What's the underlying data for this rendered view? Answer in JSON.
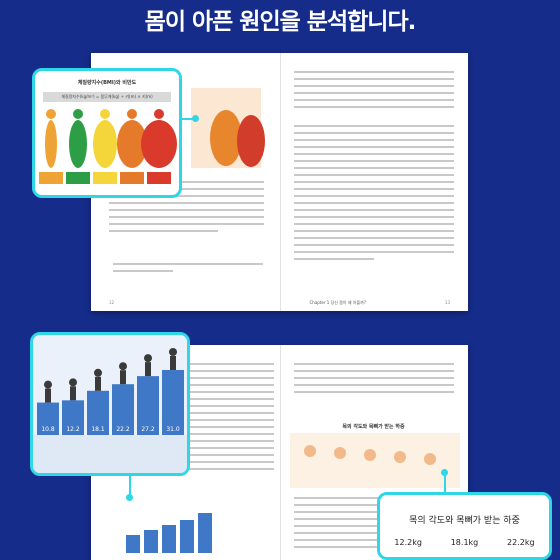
{
  "headline": "몸이 아픈 원인을 분석합니다.",
  "callout_bmi": {
    "title": "체질량지수(BMI)와 비만도",
    "formula": "체질량지수(kg/m²) = 몸무게(kg) ÷ 키(m) × 키(m)",
    "category_colors": [
      "#f0a335",
      "#2e9e46",
      "#f4d63b",
      "#e67a2b",
      "#d93a2b"
    ]
  },
  "callout_posture": {
    "values": [
      "10.8",
      "12.2",
      "18.1",
      "22.2",
      "27.2",
      "31.0"
    ]
  },
  "callout_neck": {
    "title": "목의 각도와 목뼈가 받는 하중",
    "loads": [
      "12.2kg",
      "18.1kg",
      "22.2kg"
    ]
  },
  "pages": {
    "spread1_runhead": "Chapter 1 당신 몸이 왜 아플까?",
    "spread1_left_num": "12",
    "spread1_right_num": "13",
    "spread2_neck_title": "목의 각도와 목뼈가 받는 하중"
  }
}
